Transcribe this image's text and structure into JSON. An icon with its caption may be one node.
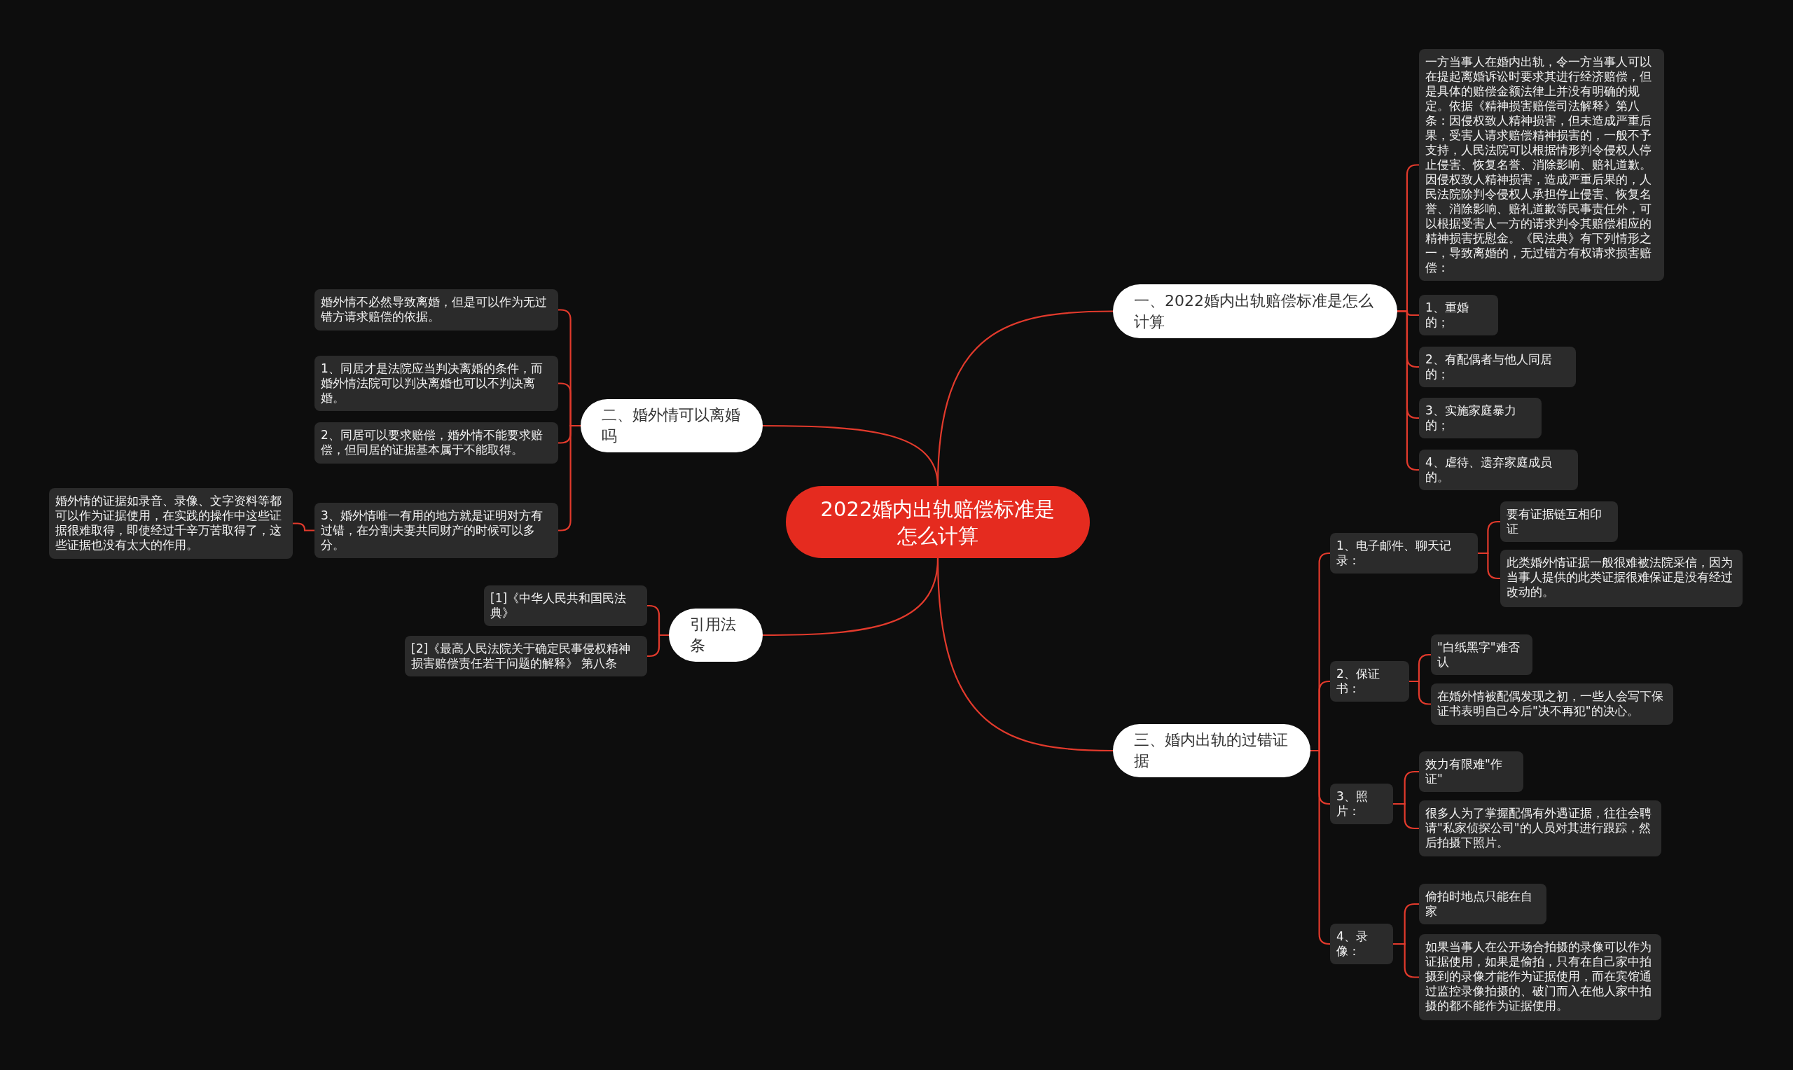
{
  "diagram": {
    "nodes": [
      {
        "text": [
          "2022婚内出轨赔偿标准是怎么计算"
        ]
      },
      {
        "text": [
          "一、2022婚内出轨赔偿标准是怎么计算"
        ]
      },
      {
        "text": [
          "一方当事人在婚内出轨，令一方当事人可以在提起离婚诉讼时要求其进行经济赔偿，但是具体的赔偿金额法律上并没有明确的规定。依据《精神损害赔偿司法解释》第八条：因侵权致人精神损害，但未造成严重后果，受害人请求赔偿精神损害的，一般不予支持，人民法院可以根据情形判令侵权人停止侵害、恢复名誉、消除影响、赔礼道歉。因侵权致人精神损害，造成严重后果的，人民法院除判令侵权人承担停止侵害、恢复名誉、消除影响、赔礼道歉等民事责任外，可以根据受害人一方的请求判令其赔偿相应的精神损害抚慰金。《民法典》有下列情形之一，导致离婚的，无过错方有权请求损害赔偿："
        ]
      },
      {
        "text": [
          "1、重婚的；"
        ]
      },
      {
        "text": [
          "2、有配偶者与他人同居的；"
        ]
      },
      {
        "text": [
          "3、实施家庭暴力的；"
        ]
      },
      {
        "text": [
          "4、虐待、遗弃家庭成员的。"
        ]
      },
      {
        "text": [
          "二、婚外情可以离婚吗"
        ]
      },
      {
        "text": [
          "婚外情不必然导致离婚，但是可以作为无过错方请求赔偿的依据。"
        ]
      },
      {
        "text": [
          "1、同居才是法院应当判决离婚的条件，而婚外情法院可以判决离婚也可以不判决离婚。"
        ]
      },
      {
        "text": [
          "2、同居可以要求赔偿，婚外情不能要求赔偿，但同居的证据基本属于不能取得。"
        ]
      },
      {
        "text": [
          "3、婚外情唯一有用的地方就是证明对方有过错，在分割夫妻共同财产的时候可以多分。"
        ]
      },
      {
        "text": [
          "婚外情的证据如录音、录像、文字资料等都可以作为证据使用，在实践的操作中这些证据很难取得，即使经过千辛万苦取得了，这些证据也没有太大的作用。"
        ]
      },
      {
        "text": [
          "引用法条"
        ]
      },
      {
        "text": [
          "[1]《中华人民共和国民法典》"
        ]
      },
      {
        "text": [
          "[2]《最高人民法院关于确定民事侵权精神损害赔偿责任若干问题的解释》 第八条"
        ]
      },
      {
        "text": [
          "三、婚内出轨的过错证据"
        ]
      },
      {
        "text": [
          "1、电子邮件、聊天记录："
        ]
      },
      {
        "text": [
          "要有证据链互相印证"
        ]
      },
      {
        "text": [
          "此类婚外情证据一般很难被法院采信，因为当事人提供的此类证据很难保证是没有经过改动的。"
        ]
      },
      {
        "text": [
          "2、保证书："
        ]
      },
      {
        "text": [
          "\"白纸黑字\"难否认"
        ]
      },
      {
        "text": [
          "在婚外情被配偶发现之初，一些人会写下保证书表明自己今后\"决不再犯\"的决心。"
        ]
      },
      {
        "text": [
          "3、照片："
        ]
      },
      {
        "text": [
          "效力有限难\"作证\""
        ]
      },
      {
        "text": [
          "很多人为了掌握配偶有外遇证据，往往会聘请\"私家侦探公司\"的人员对其进行跟踪，然后拍摄下照片。"
        ]
      },
      {
        "text": [
          "4、录像："
        ]
      },
      {
        "text": [
          "偷拍时地点只能在自家"
        ]
      },
      {
        "text": [
          "如果当事人在公开场合拍摄的录像可以作为证据使用，如果是偷拍，只有在自己家中拍摄到的录像才能作为证据使用，而在宾馆通过监控录像拍摄的、破门而入在他人家中拍摄的都不能作为证据使用。"
        ]
      }
    ],
    "edges": [
      {
        "from": 0,
        "to": 1,
        "arrow": "none"
      },
      {
        "from": 1,
        "to": 2,
        "arrow": "none"
      },
      {
        "from": 1,
        "to": 3,
        "arrow": "none"
      },
      {
        "from": 1,
        "to": 4,
        "arrow": "none"
      },
      {
        "from": 1,
        "to": 5,
        "arrow": "none"
      },
      {
        "from": 1,
        "to": 6,
        "arrow": "none"
      },
      {
        "from": 0,
        "to": 7,
        "arrow": "none"
      },
      {
        "from": 7,
        "to": 8,
        "arrow": "none"
      },
      {
        "from": 7,
        "to": 9,
        "arrow": "none"
      },
      {
        "from": 7,
        "to": 10,
        "arrow": "none"
      },
      {
        "from": 7,
        "to": 11,
        "arrow": "none"
      },
      {
        "from": 11,
        "to": 12,
        "arrow": "none"
      },
      {
        "from": 0,
        "to": 13,
        "arrow": "none"
      },
      {
        "from": 13,
        "to": 14,
        "arrow": "none"
      },
      {
        "from": 13,
        "to": 15,
        "arrow": "none"
      },
      {
        "from": 0,
        "to": 16,
        "arrow": "none"
      },
      {
        "from": 16,
        "to": 17,
        "arrow": "none"
      },
      {
        "from": 17,
        "to": 18,
        "arrow": "none"
      },
      {
        "from": 17,
        "to": 19,
        "arrow": "none"
      },
      {
        "from": 16,
        "to": 20,
        "arrow": "none"
      },
      {
        "from": 20,
        "to": 21,
        "arrow": "none"
      },
      {
        "from": 20,
        "to": 22,
        "arrow": "none"
      },
      {
        "from": 16,
        "to": 23,
        "arrow": "none"
      },
      {
        "from": 23,
        "to": 24,
        "arrow": "none"
      },
      {
        "from": 23,
        "to": 25,
        "arrow": "none"
      },
      {
        "from": 16,
        "to": 26,
        "arrow": "none"
      },
      {
        "from": 26,
        "to": 27,
        "arrow": "none"
      },
      {
        "from": 26,
        "to": 28,
        "arrow": "none"
      }
    ]
  }
}
